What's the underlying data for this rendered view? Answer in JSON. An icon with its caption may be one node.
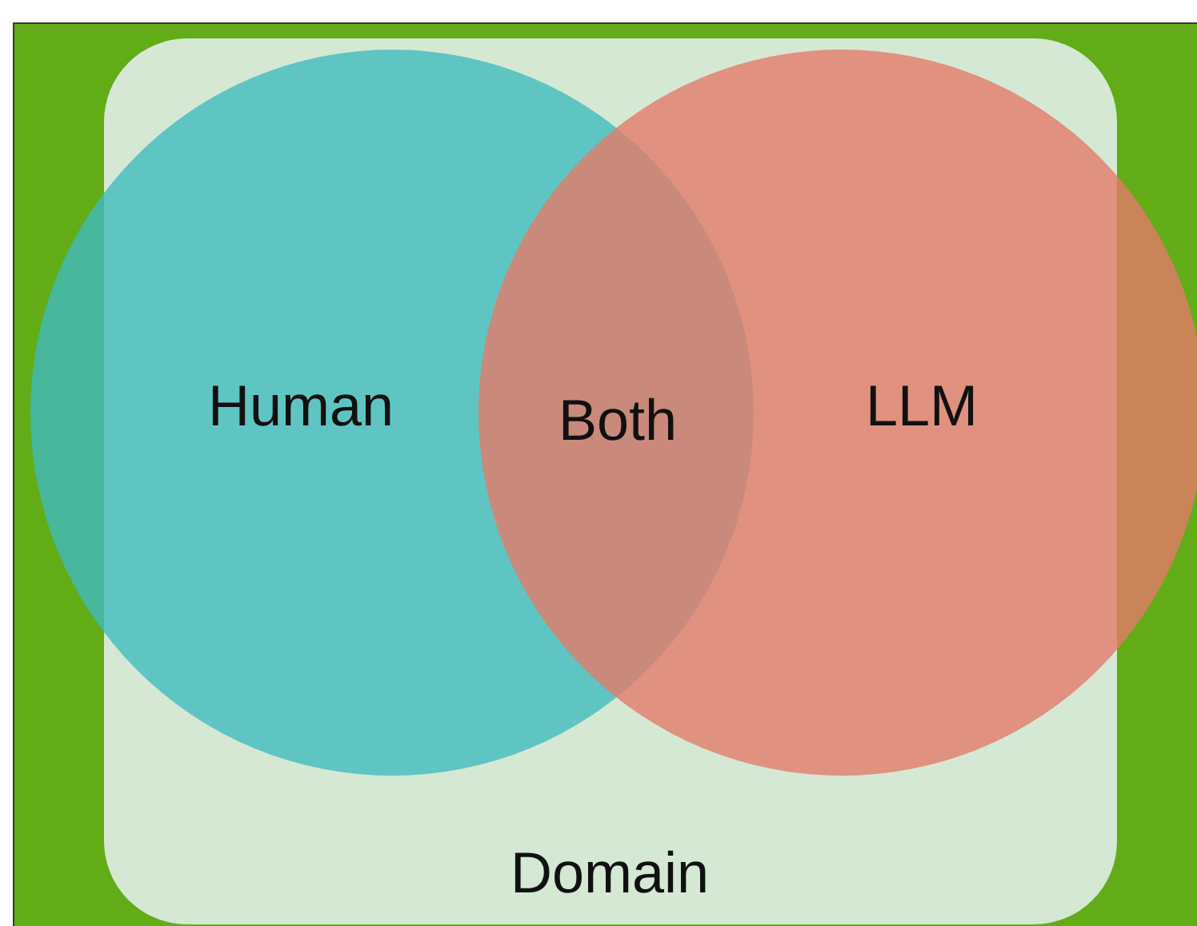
{
  "diagram": {
    "nodes": [
      {
        "text": [
          "Domain"
        ]
      },
      {
        "text": [
          "Human"
        ]
      },
      {
        "text": [
          "LLM"
        ]
      }
    ],
    "edges": [],
    "labels": [
      "Both"
    ]
  }
}
